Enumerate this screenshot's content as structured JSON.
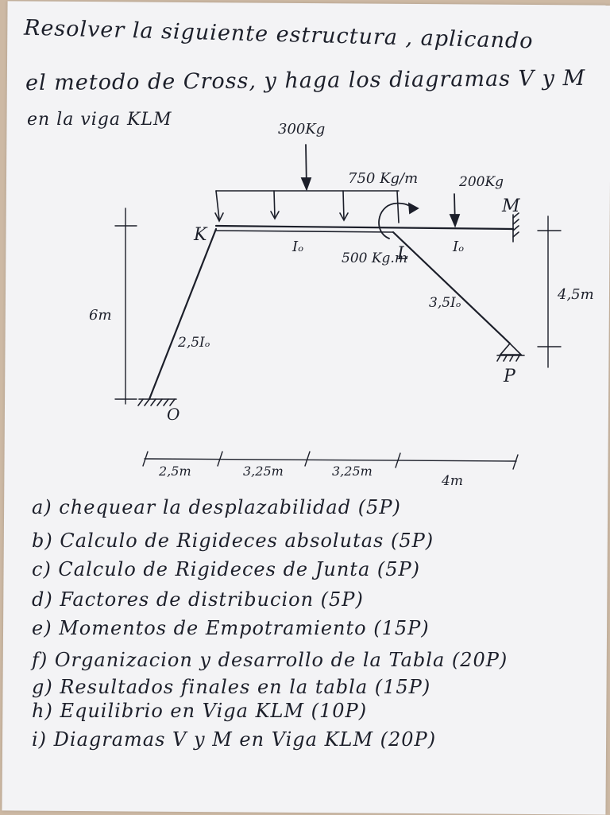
{
  "statement": [
    "Resolver la siguiente estructura , aplicando",
    "el metodo de Cross, y haga los diagramas V y M",
    "en la viga KLM"
  ],
  "diagram": {
    "load_point": "300Kg",
    "load_distributed": "750 Kg/m",
    "load_point_2": "200Kg",
    "moment": "500 Kg.m",
    "nodes": {
      "K": "K",
      "L": "L",
      "M": "M",
      "O": "O",
      "P": "P"
    },
    "inertia_KL": "Iₒ",
    "inertia_LM": "Iₒ",
    "inertia_OK": "2,5Iₒ",
    "inertia_LP": "3,5Iₒ",
    "height_left": "6m",
    "height_right": "4,5m",
    "spans": [
      "2,5m",
      "3,25m",
      "3,25m",
      "4m"
    ]
  },
  "tasks": [
    "a) chequear la desplazabilidad (5P)",
    "b) Calculo de Rigideces absolutas (5P)",
    "c) Calculo de Rigideces de Junta (5P)",
    "d) Factores de distribucion (5P)",
    "e) Momentos de Empotramiento (15P)",
    "f) Organizacion y desarrollo de la Tabla (20P)",
    "g) Resultados finales en la tabla (15P)",
    "h) Equilibrio en Viga KLM (10P)",
    "i) Diagramas V y M en Viga KLM (20P)"
  ],
  "colors": {
    "ink": "#1c1f2a",
    "paper": "#f3f3f5",
    "background": "#cdb9a4"
  }
}
